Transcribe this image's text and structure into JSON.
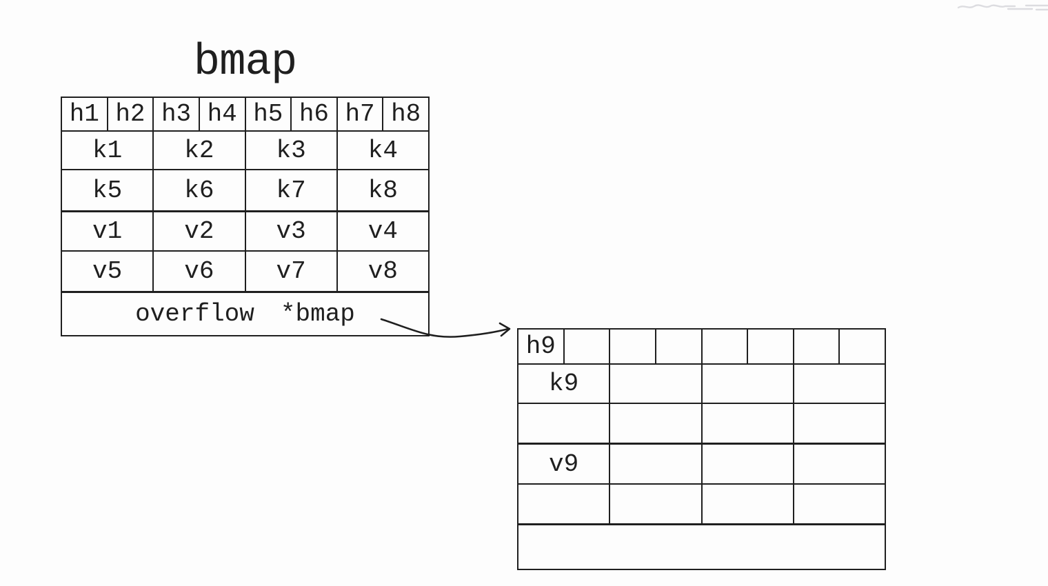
{
  "title": "bmap",
  "colors": {
    "ink": "#1f1f1f",
    "background": "#fdfdfd"
  },
  "main_bucket": {
    "header_cells": [
      "h1",
      "h2",
      "h3",
      "h4",
      "h5",
      "h6",
      "h7",
      "h8"
    ],
    "key_rows": [
      [
        "k1",
        "k2",
        "k3",
        "k4"
      ],
      [
        "k5",
        "k6",
        "k7",
        "k8"
      ]
    ],
    "value_rows": [
      [
        "v1",
        "v2",
        "v3",
        "v4"
      ],
      [
        "v5",
        "v6",
        "v7",
        "v8"
      ]
    ],
    "overflow": {
      "label": "overflow",
      "pointer": "*bmap"
    }
  },
  "overflow_bucket": {
    "header_cells": [
      "h9",
      "",
      "",
      "",
      "",
      "",
      "",
      ""
    ],
    "key_rows": [
      [
        "k9",
        "",
        "",
        ""
      ],
      [
        "",
        "",
        "",
        ""
      ]
    ],
    "value_rows": [
      [
        "v9",
        "",
        "",
        ""
      ],
      [
        "",
        "",
        "",
        ""
      ]
    ],
    "overflow": {
      "label": "",
      "pointer": ""
    }
  }
}
